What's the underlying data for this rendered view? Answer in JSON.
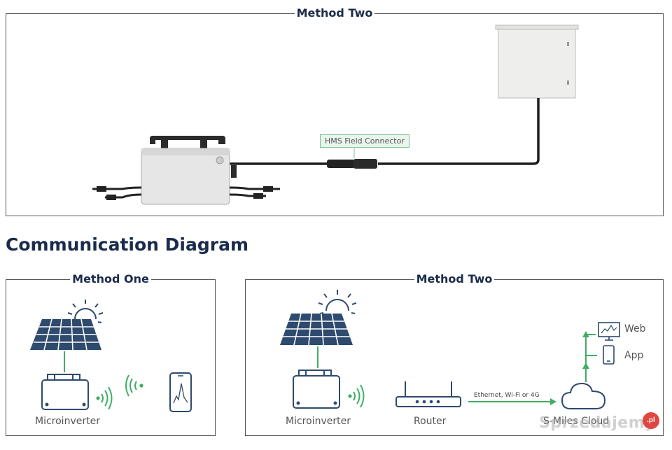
{
  "top_panel": {
    "title": "Method Two",
    "connector_label": "HMS Field Connector"
  },
  "heading": "Communication Diagram",
  "method_one": {
    "title": "Method One",
    "microinverter_label": "Microinverter"
  },
  "method_two": {
    "title": "Method Two",
    "microinverter_label": "Microinverter",
    "router_label": "Router",
    "link_label": "Ethernet, Wi-Fi or 4G",
    "cloud_label": "S-Miles Cloud",
    "web_label": "Web",
    "app_label": "App"
  },
  "watermark": {
    "text": "Sprzedajemy",
    "badge": ".pl"
  },
  "colors": {
    "title_navy": "#1b2b4b",
    "panel_blue": "#2e4a6e",
    "accent_green": "#3fae63",
    "line_gray": "#555555"
  }
}
